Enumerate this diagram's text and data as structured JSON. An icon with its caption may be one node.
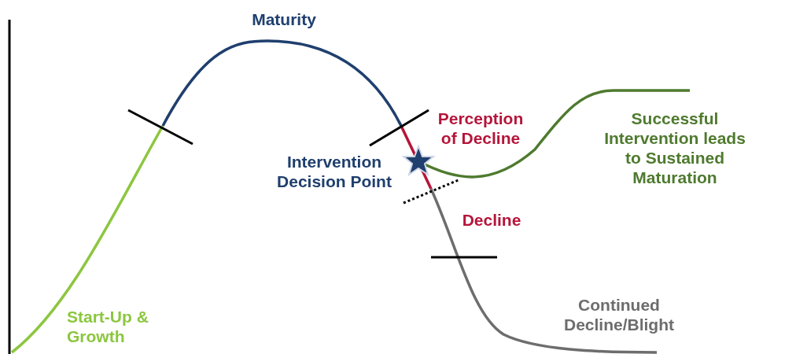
{
  "diagram": {
    "labels": [
      "Maturity",
      "Perception of Decline",
      "Intervention Decision Point",
      "Successful Intervention leads to Sustained Maturation",
      "Decline",
      "Start-Up & Growth",
      "Continued Decline/Blight"
    ]
  }
}
